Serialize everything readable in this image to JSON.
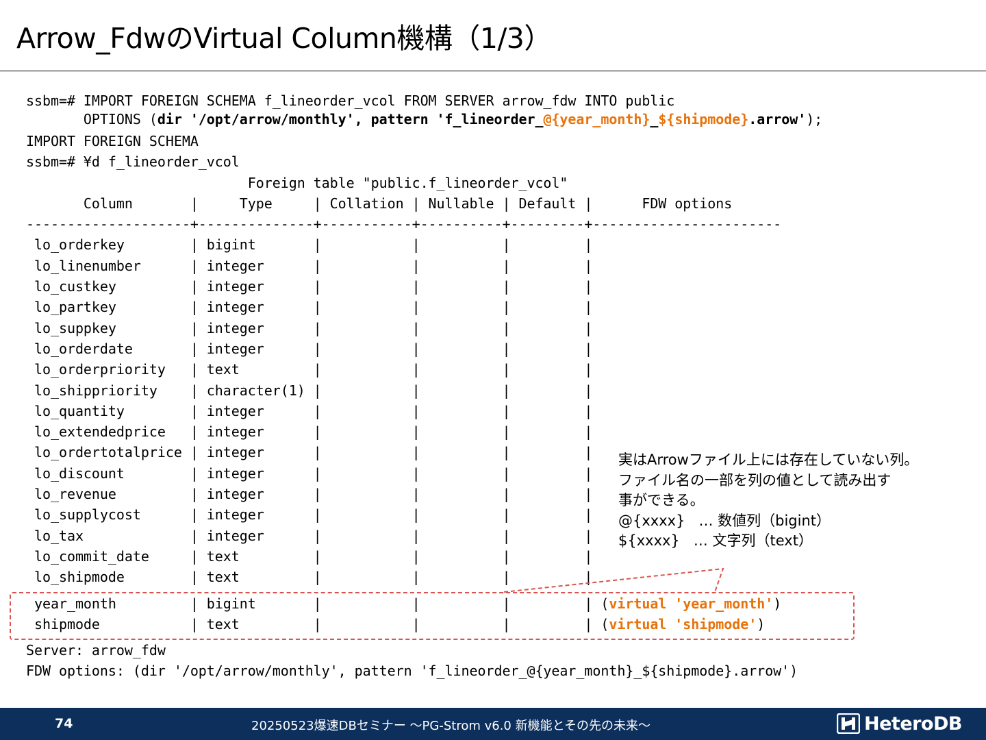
{
  "slide": {
    "title": "Arrow_FdwのVirtual Column機構（1/3）"
  },
  "code": {
    "l1": "ssbm=# IMPORT FOREIGN SCHEMA f_lineorder_vcol FROM SERVER arrow_fdw INTO public",
    "l2_pre": "       OPTIONS (",
    "l2_bold1": "dir '/opt/arrow/monthly', pattern 'f_lineorder_",
    "l2_var1": "@{year_month}",
    "l2_bold2": "_",
    "l2_var2": "${shipmode}",
    "l2_bold3": ".arrow'",
    "l2_post": ");",
    "l3": "IMPORT FOREIGN SCHEMA",
    "l4": "ssbm=# ¥d f_lineorder_vcol",
    "l5": "                           Foreign table \"public.f_lineorder_vcol\"",
    "header": "       Column       |     Type     | Collation | Nullable | Default |      FDW options",
    "separator": "--------------------+--------------+-----------+----------+---------+-----------------------",
    "rows": [
      " lo_orderkey        | bigint       |           |          |         |",
      " lo_linenumber      | integer      |           |          |         |",
      " lo_custkey         | integer      |           |          |         |",
      " lo_partkey         | integer      |           |          |         |",
      " lo_suppkey         | integer      |           |          |         |",
      " lo_orderdate       | integer      |           |          |         |",
      " lo_orderpriority   | text         |           |          |         |",
      " lo_shippriority    | character(1) |           |          |         |",
      " lo_quantity        | integer      |           |          |         |",
      " lo_extendedprice   | integer      |           |          |         |",
      " lo_ordertotalprice | integer      |           |          |         |",
      " lo_discount        | integer      |           |          |         |",
      " lo_revenue         | integer      |           |          |         |",
      " lo_supplycost      | integer      |           |          |         |",
      " lo_tax             | integer      |           |          |         |",
      " lo_commit_date     | text         |           |          |         |",
      " lo_shipmode        | text         |           |          |         |"
    ],
    "vrow1_pre": " year_month         | bigint       |           |          |         | (",
    "vrow1_opt": "virtual 'year_month'",
    "vrow1_post": ")",
    "vrow2_pre": " shipmode           | text         |           |          |         | (",
    "vrow2_opt": "virtual 'shipmode'",
    "vrow2_post": ")",
    "server": "Server: arrow_fdw",
    "fdw_options": "FDW options: (dir '/opt/arrow/monthly', pattern 'f_lineorder_@{year_month}_${shipmode}.arrow')"
  },
  "note": {
    "line1": "実はArrowファイル上には存在していない列。",
    "line2": "ファイル名の一部を列の値として読み出す",
    "line3": "事ができる。",
    "line4": "@{xxxx}   … 数値列（bigint）",
    "line5": "${xxxx}   … 文字列（text）"
  },
  "footer": {
    "page_number": "74",
    "event": "20250523爆速DBセミナー ～PG-Strom v6.0  新機能とその先の未来～",
    "logo_text": "HeteroDB"
  },
  "colors": {
    "accent": "#e8730c",
    "highlight_border": "#d9534f",
    "footer_bg": "#0d2f5c"
  }
}
